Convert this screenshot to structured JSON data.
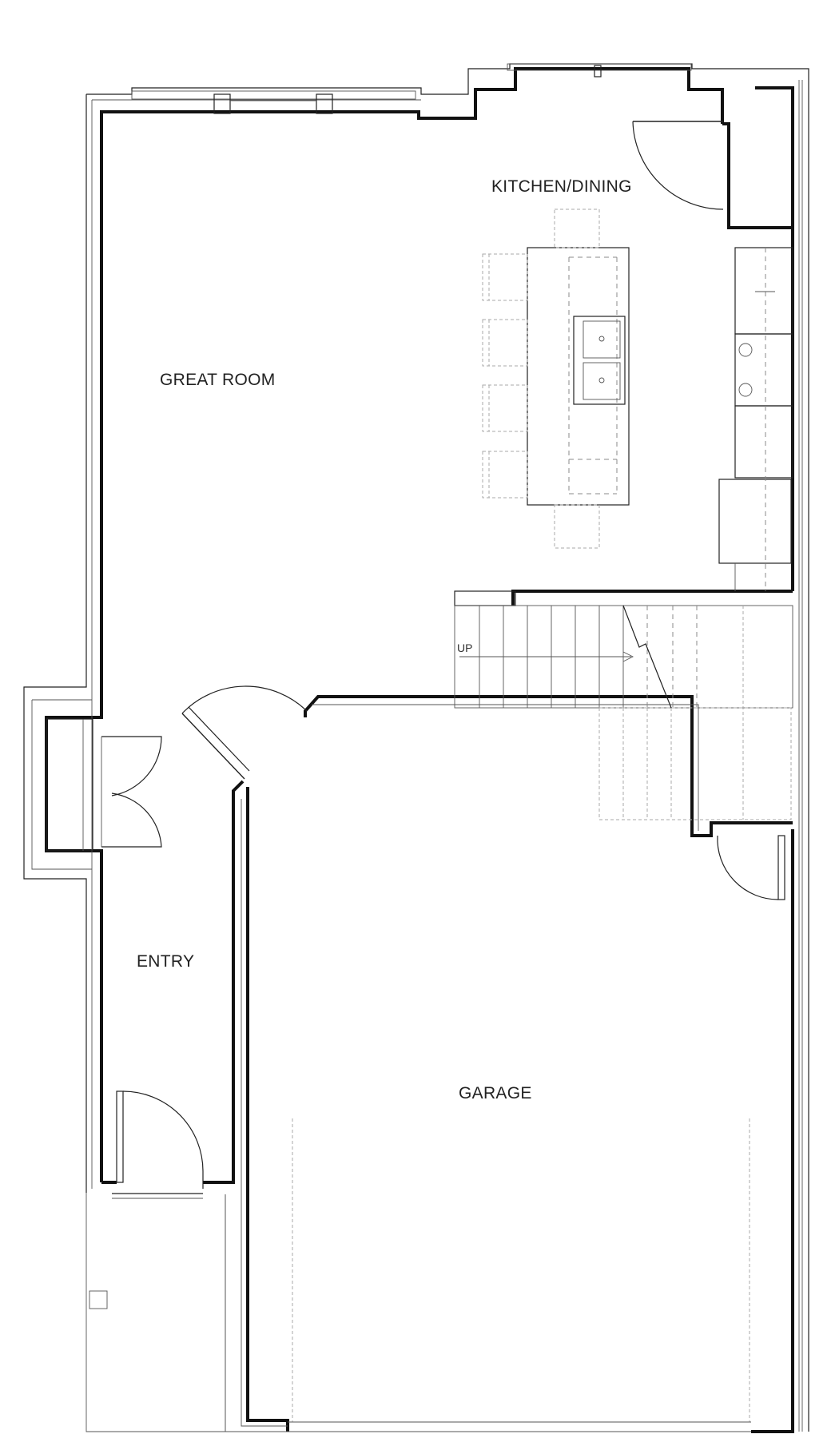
{
  "rooms": {
    "kitchen_dining": "KITCHEN/DINING",
    "great_room": "GREAT ROOM",
    "entry": "ENTRY",
    "garage": "GARAGE"
  },
  "stairs": {
    "direction": "UP"
  },
  "colors": {
    "wall": "#111111",
    "line": "#222222",
    "dashed": "#888888",
    "background": "#ffffff"
  }
}
